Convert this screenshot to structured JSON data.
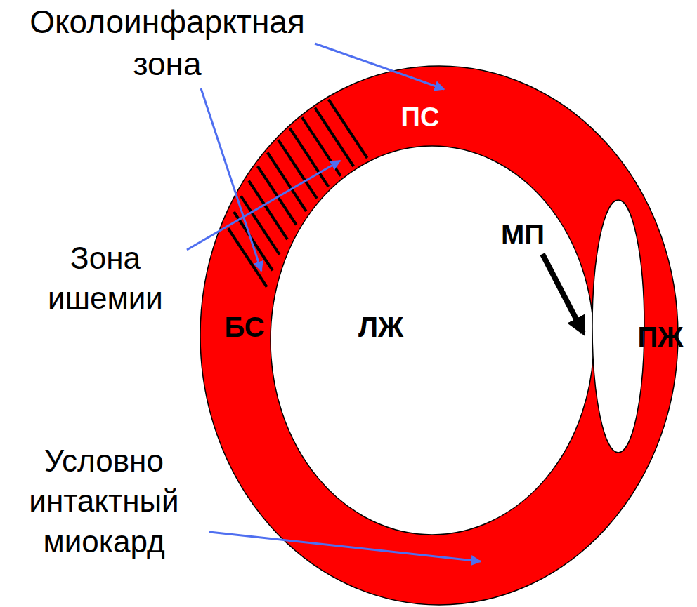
{
  "diagram": {
    "labels": [
      "Околоинфарктная зона",
      "ПС",
      "Зона ишемии",
      "МП",
      "БС",
      "ЛЖ",
      "ПЖ",
      "Условно интактный миокард"
    ]
  }
}
